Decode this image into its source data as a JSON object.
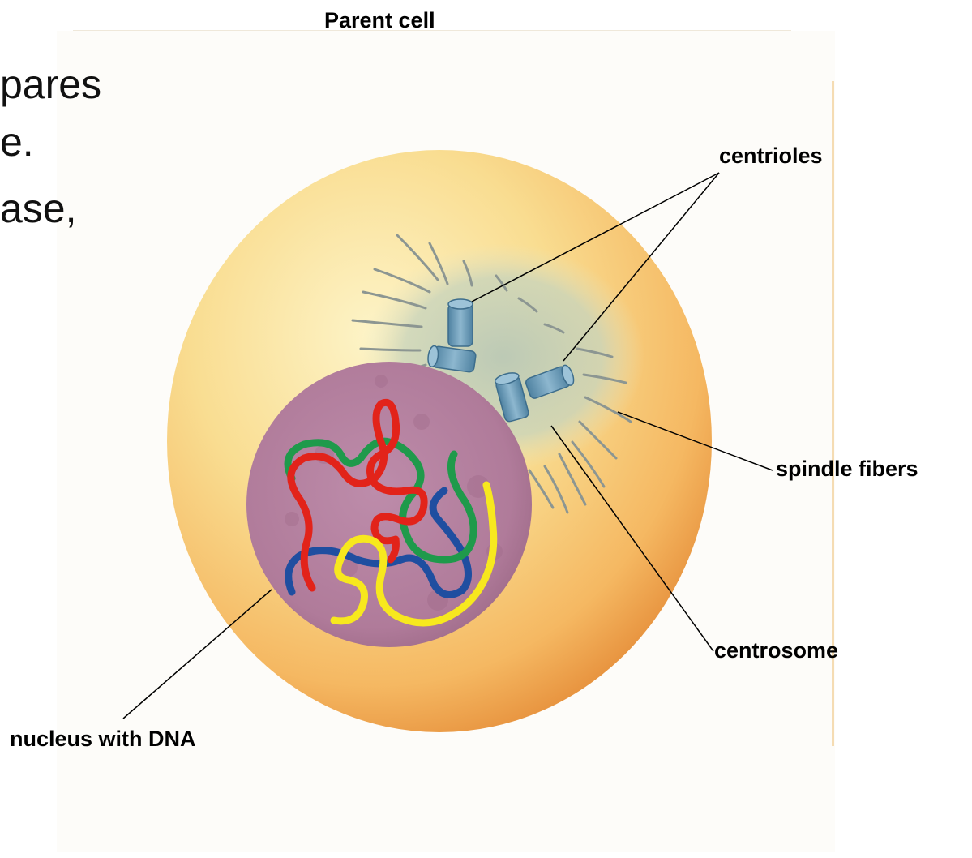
{
  "slide": {
    "line1": "pares",
    "line2": "e.",
    "line3": "ase,"
  },
  "diagram": {
    "title": "Parent cell",
    "labels": {
      "centrioles": "centrioles",
      "spindle_fibers": "spindle fibers",
      "centrosome": "centrosome",
      "nucleus": "nucleus with DNA"
    }
  },
  "colors": {
    "cell_fill": "#f7c46b",
    "cell_edge": "#e79a3e",
    "centrosome_region": "#c8d2b4",
    "nucleus": "#b7839f",
    "centriole": "#6f9db8",
    "dna_red": "#e2231a",
    "dna_green": "#1f9a4b",
    "dna_blue": "#1f4ea0",
    "dna_yellow": "#f7e81e"
  }
}
